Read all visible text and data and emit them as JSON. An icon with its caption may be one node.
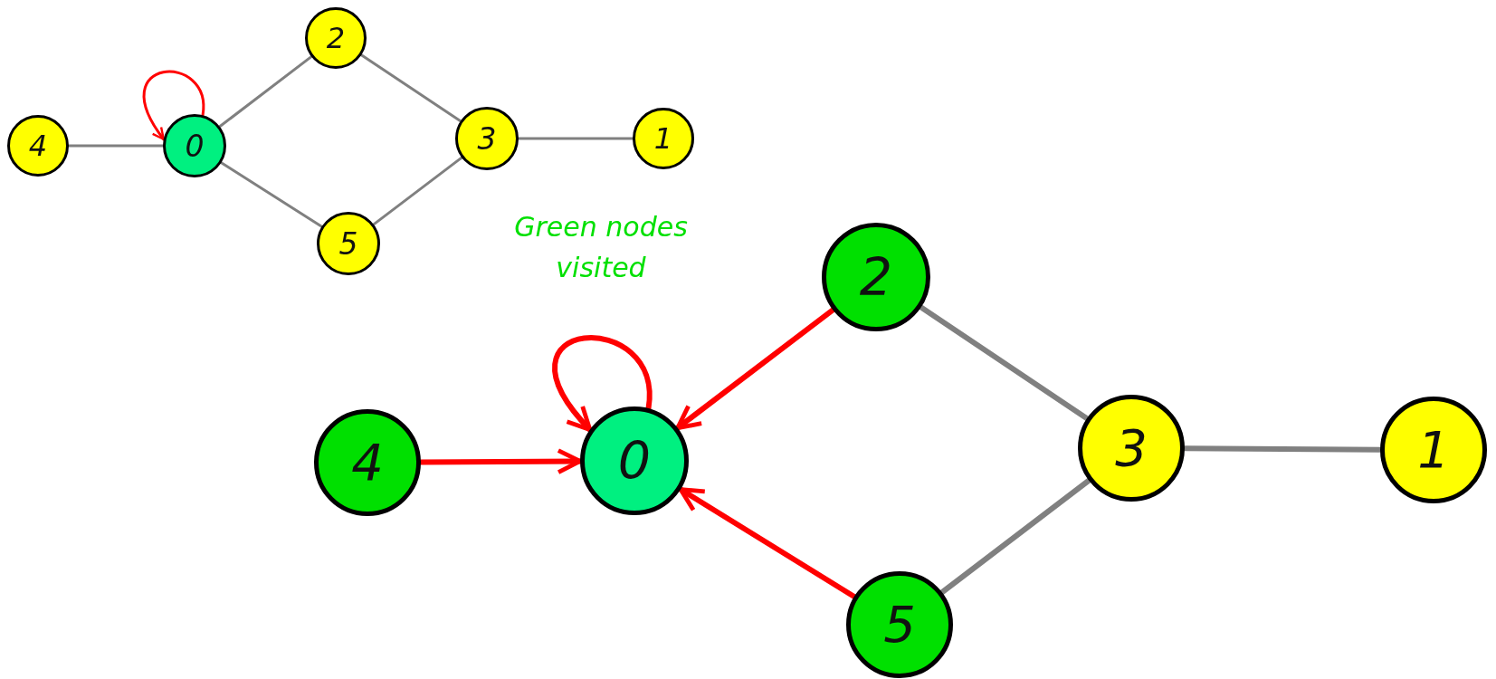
{
  "diagram": {
    "nodes": [
      {
        "text": [
          "2"
        ]
      },
      {
        "text": [
          "4"
        ]
      },
      {
        "text": [
          "0"
        ]
      },
      {
        "text": [
          "3"
        ]
      },
      {
        "text": [
          "1"
        ]
      },
      {
        "text": [
          "5"
        ]
      },
      {
        "text": [
          "2"
        ]
      },
      {
        "text": [
          "4"
        ]
      },
      {
        "text": [
          "0"
        ]
      },
      {
        "text": [
          "3"
        ]
      },
      {
        "text": [
          "1"
        ]
      },
      {
        "text": [
          "5"
        ]
      }
    ],
    "edges": [
      {
        "from": 1,
        "to": 2,
        "arrow": "none"
      },
      {
        "from": 2,
        "to": 0,
        "arrow": "none"
      },
      {
        "from": 2,
        "to": 5,
        "arrow": "none"
      },
      {
        "from": 0,
        "to": 3,
        "arrow": "none"
      },
      {
        "from": 5,
        "to": 3,
        "arrow": "none"
      },
      {
        "from": 3,
        "to": 4,
        "arrow": "none"
      },
      {
        "from": 2,
        "to": 2,
        "arrow": "to",
        "color": "#ff0000"
      },
      {
        "from": 7,
        "to": 8,
        "arrow": "to",
        "style": "thick",
        "color": "#ff0000"
      },
      {
        "from": 6,
        "to": 8,
        "arrow": "to",
        "style": "thick",
        "color": "#ff0000"
      },
      {
        "from": 11,
        "to": 8,
        "arrow": "to",
        "style": "thick",
        "color": "#ff0000"
      },
      {
        "from": 8,
        "to": 8,
        "arrow": "to",
        "style": "thick",
        "color": "#ff0000"
      },
      {
        "from": 6,
        "to": 9,
        "arrow": "none",
        "style": "thick"
      },
      {
        "from": 11,
        "to": 9,
        "arrow": "none",
        "style": "thick"
      },
      {
        "from": 9,
        "to": 10,
        "arrow": "none",
        "style": "thick"
      }
    ],
    "labels": [
      "Green nodes visited"
    ]
  }
}
